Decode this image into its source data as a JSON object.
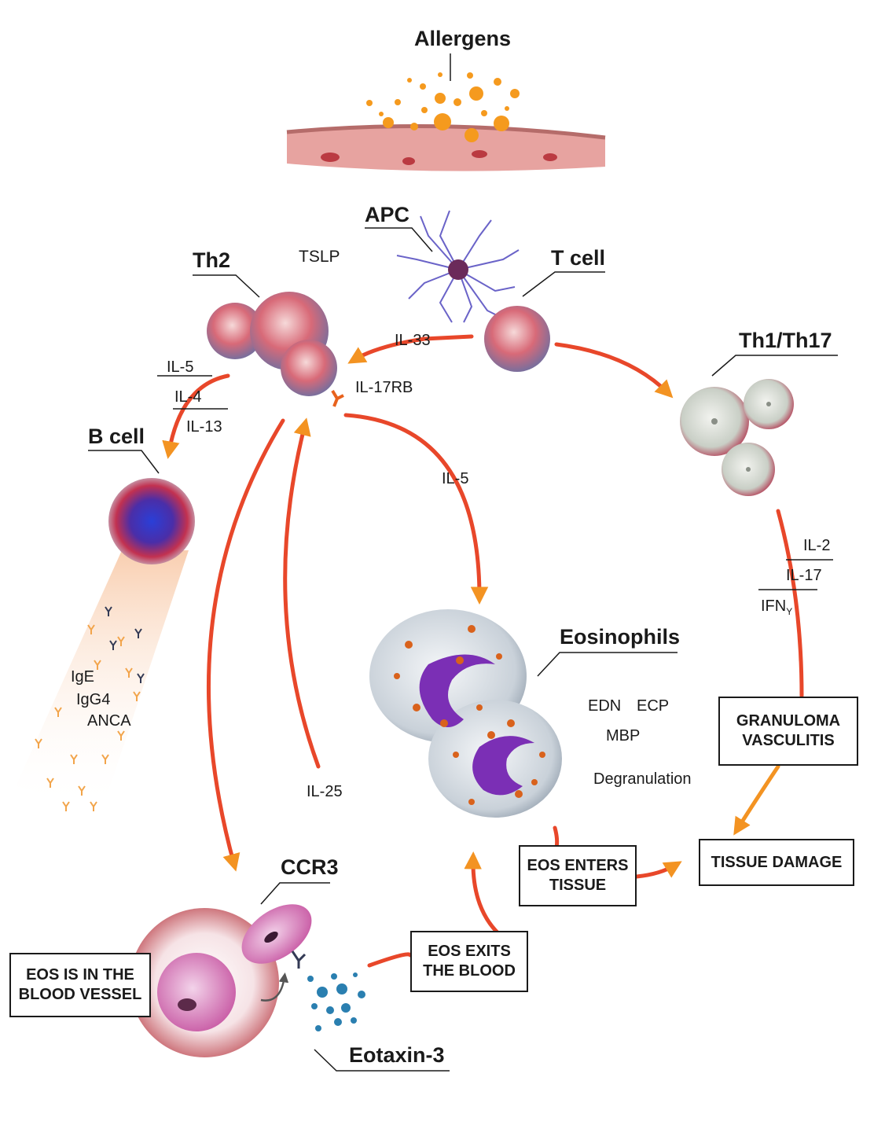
{
  "labels": {
    "allergens": "Allergens",
    "apc": "APC",
    "t_cell": "T cell",
    "th2": "Th2",
    "tslp": "TSLP",
    "th1_th17": "Th1/Th17",
    "b_cell": "B cell",
    "eosinophils": "Eosinophils",
    "ccr3": "CCR3",
    "eotaxin3": "Eotaxin-3"
  },
  "cytokines": {
    "il33": "IL-33",
    "il17rb": "IL-17RB",
    "il5_left": "IL-5",
    "il4": "IL-4",
    "il13": "IL-13",
    "il5_mid": "IL-5",
    "il25": "IL-25",
    "il2": "IL-2",
    "il17": "IL-17",
    "ifn_base": "IFN",
    "ifn_sub": "Y"
  },
  "antibodies": {
    "ige": "IgE",
    "igg4": "IgG4",
    "anca": "ANCA"
  },
  "granule_proteins": {
    "edn": "EDN",
    "ecp": "ECP",
    "mbp": "MBP",
    "degranulation": "Degranulation"
  },
  "boxes": {
    "granuloma": "GRANULOMA\nVASCULITIS",
    "tissue_damage": "TISSUE DAMAGE",
    "eos_enters": "EOS ENTERS\nTISSUE",
    "eos_exits": "EOS EXITS\nTHE BLOOD",
    "eos_in_vessel": "EOS IS IN THE\nBLOOD VESSEL"
  },
  "colors": {
    "arrow_red": "#e8472a",
    "arrow_orange": "#f39322",
    "allergen": "#f59a1e",
    "eotaxin": "#2a7fb0",
    "nucleus": "#7b2fb5"
  }
}
